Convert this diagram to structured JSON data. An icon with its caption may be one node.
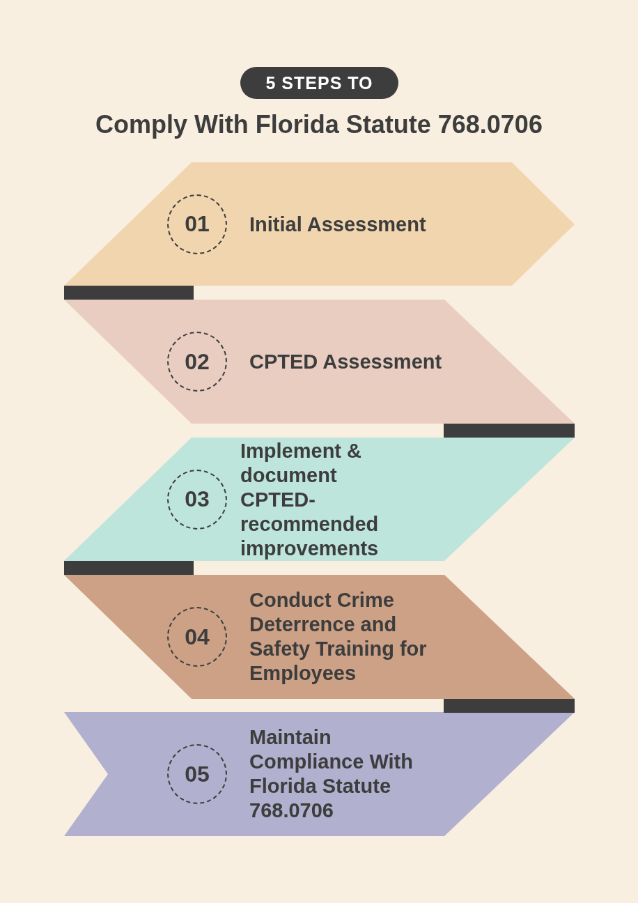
{
  "diagram": {
    "title": "Comply With Florida Statute 768.0706",
    "nodes": [
      {
        "text": [
          "Initial Assessment"
        ]
      },
      {
        "text": [
          "01"
        ],
        "in": 0
      },
      {
        "text": [
          "CPTED Assessment"
        ]
      },
      {
        "text": [
          "02"
        ],
        "in": 2
      },
      {
        "text": [
          "Implement & document CPTED-recommended improvements"
        ]
      },
      {
        "text": [
          "03"
        ],
        "in": 4
      },
      {
        "text": [
          "Conduct Crime Deterrence and Safety Training for Employees"
        ]
      },
      {
        "text": [
          "04"
        ],
        "in": 6
      },
      {
        "text": [
          "Maintain Compliance With Florida Statute 768.0706"
        ]
      },
      {
        "text": [
          "05"
        ],
        "in": 8
      }
    ],
    "labels": [
      "5 STEPS TO"
    ]
  }
}
